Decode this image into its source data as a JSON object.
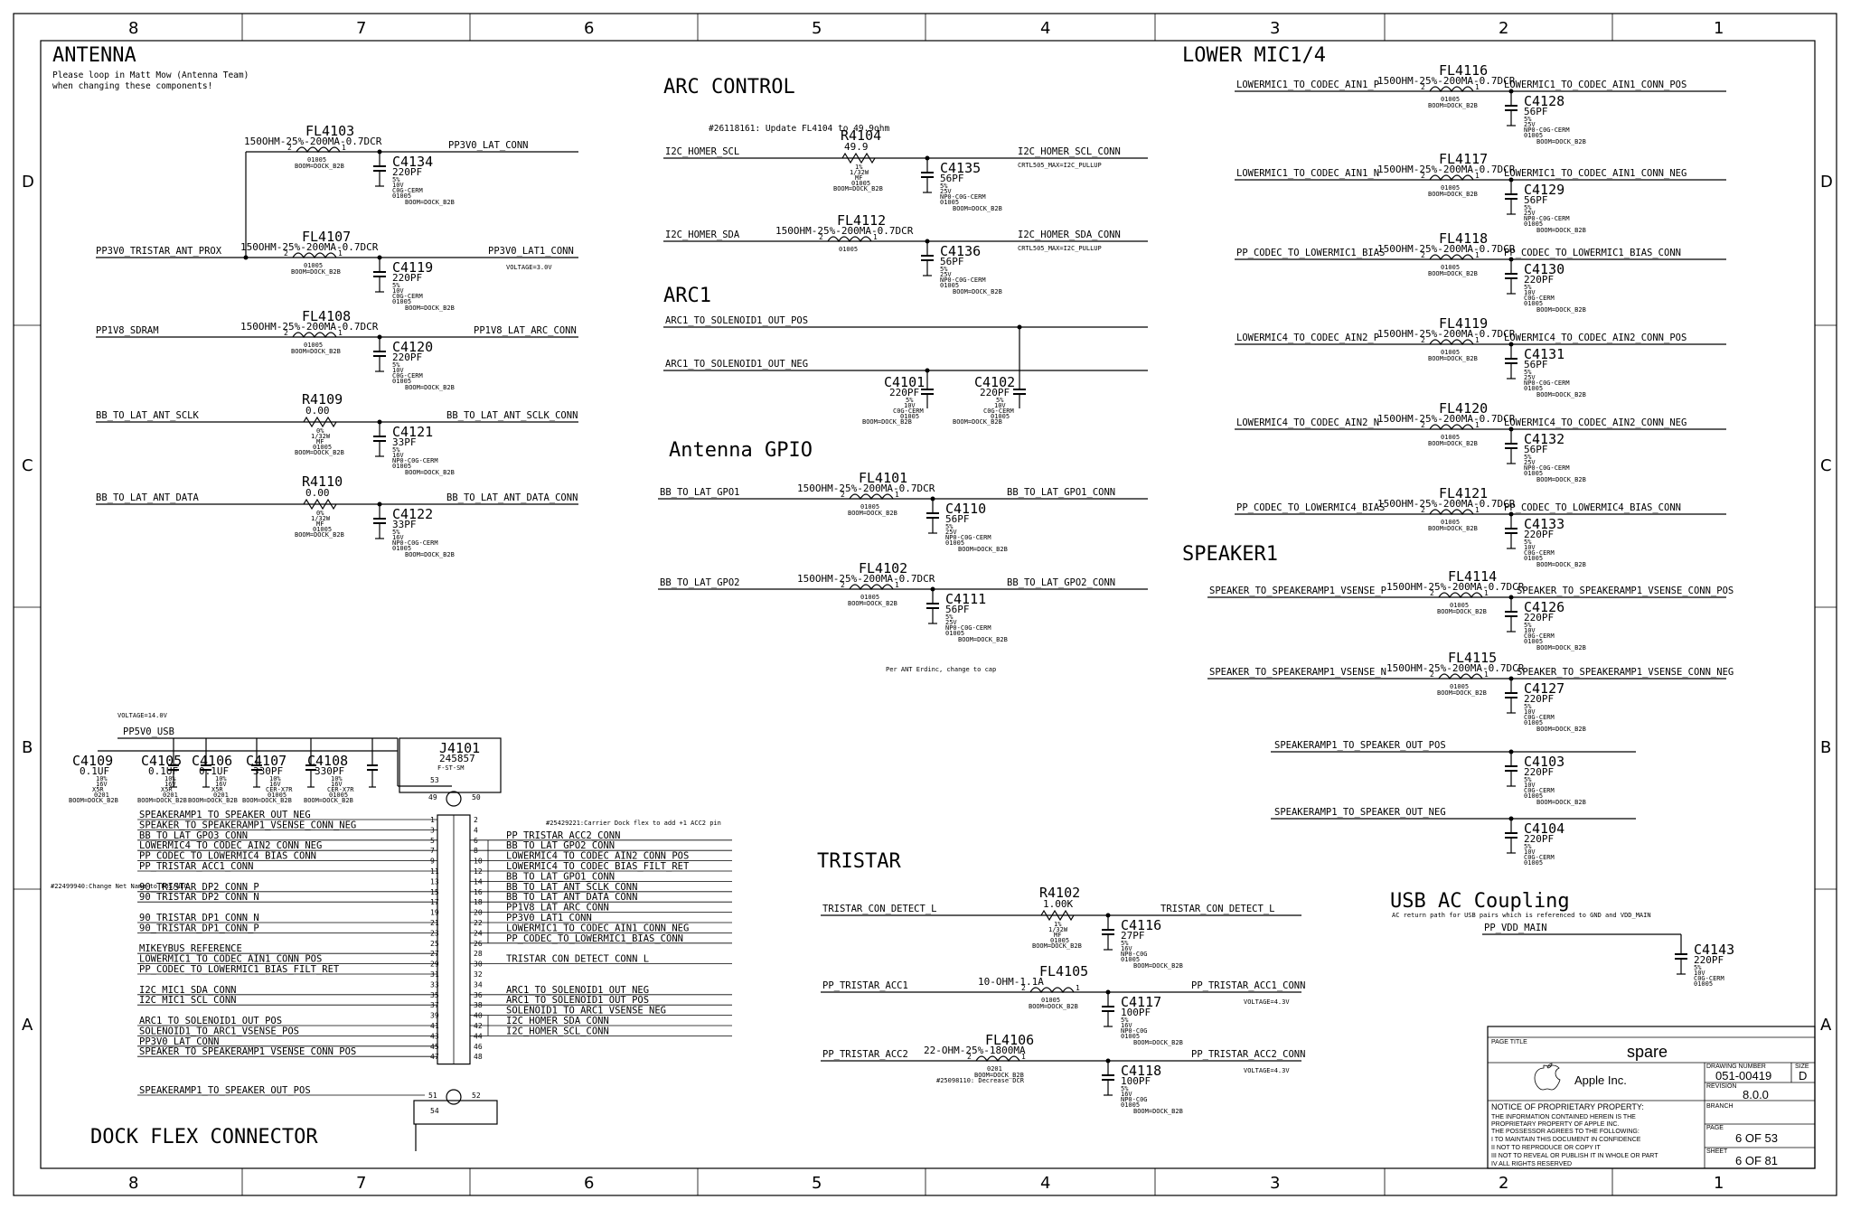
{
  "border": {
    "columns": [
      "8",
      "7",
      "6",
      "5",
      "4",
      "3",
      "2",
      "1"
    ],
    "rows": [
      "D",
      "C",
      "B",
      "A"
    ]
  },
  "antenna": {
    "title": "ANTENNA",
    "note1": "Please loop in Matt Mow (Antenna Team)",
    "note2": "when changing these components!",
    "fl4103": {
      "ref": "FL4103",
      "value": "150OHM-25%-200MA-0.7DCR",
      "pkg": "01005",
      "bom": "BOOM=DOCK_B2B"
    },
    "c4134": {
      "ref": "C4134",
      "value": "220PF",
      "v1": "5%",
      "v2": "10V",
      "v3": "C0G-CERM",
      "v4": "01005",
      "bom": "BOOM=DOCK_B2B"
    },
    "net_pp3v0_lat_conn": "PP3V0_LAT_CONN",
    "fl4107": {
      "ref": "FL4107",
      "value": "150OHM-25%-200MA-0.7DCR",
      "pkg": "01005",
      "bom": "BOOM=DOCK_B2B"
    },
    "net_pp3v0_tristar": "PP3V0_TRISTAR_ANT_PROX",
    "net_pp3v0_lat1": "PP3V0_LAT1_CONN",
    "voltage_3v": "VOLTAGE=3.0V",
    "c4119": {
      "ref": "C4119",
      "value": "220PF",
      "v1": "5%",
      "v2": "10V",
      "v3": "C0G-CERM",
      "v4": "01005",
      "bom": "BOOM=DOCK_B2B"
    },
    "fl4108": {
      "ref": "FL4108",
      "value": "150OHM-25%-200MA-0.7DCR",
      "pkg": "01005",
      "bom": "BOOM=DOCK_B2B"
    },
    "net_pp1v8_sdram": "PP1V8_SDRAM",
    "net_pp1v8_lat": "PP1V8_LAT_ARC_CONN",
    "c4120": {
      "ref": "C4120",
      "value": "220PF",
      "v1": "5%",
      "v2": "10V",
      "v3": "C0G-CERM",
      "v4": "01005",
      "bom": "BOOM=DOCK_B2B"
    },
    "r4109": {
      "ref": "R4109",
      "value": "0.00",
      "v1": "0%",
      "v2": "1/32W",
      "v3": "MF",
      "v4": "01005",
      "bom": "BOOM=DOCK_B2B"
    },
    "net_sclk": "BB_TO_LAT_ANT_SCLK",
    "net_sclk_conn": "BB_TO_LAT_ANT_SCLK_CONN",
    "c4121": {
      "ref": "C4121",
      "value": "33PF",
      "v1": "5%",
      "v2": "16V",
      "v3": "NP0-C0G-CERM",
      "v4": "01005",
      "bom": "BOOM=DOCK_B2B"
    },
    "r4110": {
      "ref": "R4110",
      "value": "0.00",
      "v1": "0%",
      "v2": "1/32W",
      "v3": "MF",
      "v4": "01005",
      "bom": "BOOM=DOCK_B2B"
    },
    "net_data": "BB_TO_LAT_ANT_DATA",
    "net_data_conn": "BB_TO_LAT_ANT_DATA_CONN",
    "c4122": {
      "ref": "C4122",
      "value": "33PF",
      "v1": "5%",
      "v2": "16V",
      "v3": "NP0-C0G-CERM",
      "v4": "01005",
      "bom": "BOOM=DOCK_B2B"
    }
  },
  "arc_control": {
    "title": "ARC CONTROL",
    "note": "#26118161: Update FL4104 to 49.9ohm",
    "r4104": {
      "ref": "R4104",
      "value": "49.9",
      "v1": "1%",
      "v2": "1/32W",
      "v3": "MF",
      "v4": "01005",
      "bom": "BOOM=DOCK_B2B"
    },
    "net_scl": "I2C_HOMER_SCL",
    "net_scl_conn": "I2C_HOMER_SCL_CONN",
    "scl_prop": "CRTL505_MAX=I2C_PULLUP",
    "c4135": {
      "ref": "C4135",
      "value": "56PF",
      "v1": "5%",
      "v2": "25V",
      "v3": "NP0-C0G-CERM",
      "v4": "01005",
      "bom": "BOOM=DOCK_B2B"
    },
    "fl4112": {
      "ref": "FL4112",
      "value": "150OHM-25%-200MA-0.7DCR",
      "pkg": "01005"
    },
    "net_sda": "I2C_HOMER_SDA",
    "net_sda_conn": "I2C_HOMER_SDA_CONN",
    "sda_prop": "CRTL505_MAX=I2C_PULLUP",
    "c4136": {
      "ref": "C4136",
      "value": "56PF",
      "v1": "5%",
      "v2": "25V",
      "v3": "NP0-C0G-CERM",
      "v4": "01005",
      "bom": "BOOM=DOCK_B2B"
    }
  },
  "arc1": {
    "title": "ARC1",
    "net_pos": "ARC1_TO_SOLENOID1_OUT_POS",
    "net_neg": "ARC1_TO_SOLENOID1_OUT_NEG",
    "c4101": {
      "ref": "C4101",
      "value": "220PF",
      "v1": "5%",
      "v2": "10V",
      "v3": "C0G-CERM",
      "v4": "01005",
      "bom": "BOOM=DOCK_B2B"
    },
    "c4102": {
      "ref": "C4102",
      "value": "220PF",
      "v1": "5%",
      "v2": "10V",
      "v3": "C0G-CERM",
      "v4": "01005",
      "bom": "BOOM=DOCK_B2B"
    }
  },
  "antenna_gpio": {
    "title": "Antenna GPIO",
    "fl4101": {
      "ref": "FL4101",
      "value": "150OHM-25%-200MA-0.7DCR",
      "pkg": "01005",
      "bom": "BOOM=DOCK_B2B"
    },
    "net_gpo1": "BB_TO_LAT_GPO1",
    "net_gpo1_conn": "BB_TO_LAT_GPO1_CONN",
    "c4110": {
      "ref": "C4110",
      "value": "56PF",
      "v1": "5%",
      "v2": "25V",
      "v3": "NP0-C0G-CERM",
      "v4": "01005",
      "bom": "BOOM=DOCK_B2B"
    },
    "fl4102": {
      "ref": "FL4102",
      "value": "150OHM-25%-200MA-0.7DCR",
      "pkg": "01005",
      "bom": "BOOM=DOCK_B2B"
    },
    "net_gpo2": "BB_TO_LAT_GPO2",
    "net_gpo2_conn": "BB_TO_LAT_GPO2_CONN",
    "c4111": {
      "ref": "C4111",
      "value": "56PF",
      "v1": "5%",
      "v2": "25V",
      "v3": "NP0-C0G-CERM",
      "v4": "01005",
      "bom": "BOOM=DOCK_B2B"
    },
    "note": "Per ANT Erdinc, change to cap"
  },
  "lower_mic": {
    "title": "LOWER MIC1/4",
    "fl4116": {
      "ref": "FL4116",
      "value": "150OHM-25%-200MA-0.7DCR",
      "pkg": "01005",
      "bom": "BOOM=DOCK_B2B"
    },
    "n1a": "LOWERMIC1_TO_CODEC_AIN1_P",
    "n1b": "LOWERMIC1_TO_CODEC_AIN1_CONN_POS",
    "c4128": {
      "ref": "C4128",
      "value": "56PF",
      "v1": "5%",
      "v2": "25V",
      "v3": "NP0-C0G-CERM",
      "v4": "01005",
      "bom": "BOOM=DOCK_B2B"
    },
    "fl4117": {
      "ref": "FL4117",
      "value": "150OHM-25%-200MA-0.7DCR",
      "pkg": "01005",
      "bom": "BOOM=DOCK_B2B"
    },
    "n2a": "LOWERMIC1_TO_CODEC_AIN1_N",
    "n2b": "LOWERMIC1_TO_CODEC_AIN1_CONN_NEG",
    "c4129": {
      "ref": "C4129",
      "value": "56PF",
      "v1": "5%",
      "v2": "25V",
      "v3": "NP0-C0G-CERM",
      "v4": "01005",
      "bom": "BOOM=DOCK_B2B"
    },
    "fl4118": {
      "ref": "FL4118",
      "value": "150OHM-25%-200MA-0.7DCR",
      "pkg": "01005",
      "bom": "BOOM=DOCK_B2B"
    },
    "n3a": "PP_CODEC_TO_LOWERMIC1_BIAS",
    "n3b": "PP_CODEC_TO_LOWERMIC1_BIAS_CONN",
    "c4130": {
      "ref": "C4130",
      "value": "220PF",
      "v1": "5%",
      "v2": "10V",
      "v3": "C0G-CERM",
      "v4": "01005",
      "bom": "BOOM=DOCK_B2B"
    },
    "fl4119": {
      "ref": "FL4119",
      "value": "150OHM-25%-200MA-0.7DCR",
      "pkg": "01005",
      "bom": "BOOM=DOCK_B2B"
    },
    "n4a": "LOWERMIC4_TO_CODEC_AIN2_P",
    "n4b": "LOWERMIC4_TO_CODEC_AIN2_CONN_POS",
    "c4131": {
      "ref": "C4131",
      "value": "56PF",
      "v1": "5%",
      "v2": "25V",
      "v3": "NP0-C0G-CERM",
      "v4": "01005",
      "bom": "BOOM=DOCK_B2B"
    },
    "fl4120": {
      "ref": "FL4120",
      "value": "150OHM-25%-200MA-0.7DCR",
      "pkg": "01005",
      "bom": "BOOM=DOCK_B2B"
    },
    "n5a": "LOWERMIC4_TO_CODEC_AIN2_N",
    "n5b": "LOWERMIC4_TO_CODEC_AIN2_CONN_NEG",
    "c4132": {
      "ref": "C4132",
      "value": "56PF",
      "v1": "5%",
      "v2": "25V",
      "v3": "NP0-C0G-CERM",
      "v4": "01005",
      "bom": "BOOM=DOCK_B2B"
    },
    "fl4121": {
      "ref": "FL4121",
      "value": "150OHM-25%-200MA-0.7DCR",
      "pkg": "01005",
      "bom": "BOOM=DOCK_B2B"
    },
    "n6a": "PP_CODEC_TO_LOWERMIC4_BIAS",
    "n6b": "PP_CODEC_TO_LOWERMIC4_BIAS_CONN",
    "c4133": {
      "ref": "C4133",
      "value": "220PF",
      "v1": "5%",
      "v2": "10V",
      "v3": "C0G-CERM",
      "v4": "01005",
      "bom": "BOOM=DOCK_B2B"
    }
  },
  "speaker": {
    "title": "SPEAKER1",
    "fl4114": {
      "ref": "FL4114",
      "value": "150OHM-25%-200MA-0.7DCR",
      "pkg": "01005",
      "bom": "BOOM=DOCK_B2B"
    },
    "n1a": "SPEAKER_TO_SPEAKERAMP1_VSENSE_P",
    "n1b": "SPEAKER_TO_SPEAKERAMP1_VSENSE_CONN_POS",
    "c4126": {
      "ref": "C4126",
      "value": "220PF",
      "v1": "5%",
      "v2": "10V",
      "v3": "C0G-CERM",
      "v4": "01005",
      "bom": "BOOM=DOCK_B2B"
    },
    "fl4115": {
      "ref": "FL4115",
      "value": "150OHM-25%-200MA-0.7DCR",
      "pkg": "01005",
      "bom": "BOOM=DOCK_B2B"
    },
    "n2a": "SPEAKER_TO_SPEAKERAMP1_VSENSE_N",
    "n2b": "SPEAKER_TO_SPEAKERAMP1_VSENSE_CONN_NEG",
    "c4127": {
      "ref": "C4127",
      "value": "220PF",
      "v1": "5%",
      "v2": "10V",
      "v3": "C0G-CERM",
      "v4": "01005",
      "bom": "BOOM=DOCK_B2B"
    },
    "n3": "SPEAKERAMP1_TO_SPEAKER_OUT_POS",
    "c4103": {
      "ref": "C4103",
      "value": "220PF",
      "v1": "5%",
      "v2": "10V",
      "v3": "C0G-CERM",
      "v4": "01005",
      "bom": "BOOM=DOCK_B2B"
    },
    "n4": "SPEAKERAMP1_TO_SPEAKER_OUT_NEG",
    "c4104": {
      "ref": "C4104",
      "value": "220PF",
      "v1": "5%",
      "v2": "10V",
      "v3": "C0G-CERM",
      "v4": "01005"
    }
  },
  "usb_ac": {
    "title": "USB AC Coupling",
    "note": "AC return path for USB pairs which is referenced to GND and VDD_MAIN",
    "net": "PP_VDD_MAIN",
    "c4143": {
      "ref": "C4143",
      "value": "220PF",
      "v1": "5%",
      "v2": "10V",
      "v3": "C0G-CERM",
      "v4": "01005"
    }
  },
  "tristar": {
    "title": "TRISTAR",
    "r4102": {
      "ref": "R4102",
      "value": "1.00K",
      "v1": "1%",
      "v2": "1/32W",
      "v3": "MF",
      "v4": "01005",
      "bom": "BOOM=DOCK_B2B"
    },
    "net_det": "TRISTAR_CON_DETECT_L",
    "c4116": {
      "ref": "C4116",
      "value": "27PF",
      "v1": "5%",
      "v2": "16V",
      "v3": "NP0-C0G",
      "v4": "01005",
      "bom": "BOOM=DOCK_B2B"
    },
    "fl4105": {
      "ref": "FL4105",
      "value": "10-OHM-1.1A",
      "pkg": "01005",
      "bom": "BOOM=DOCK_B2B"
    },
    "net_acc1": "PP_TRISTAR_ACC1",
    "net_acc1_conn": "PP_TRISTAR_ACC1_CONN",
    "volt1": "VOLTAGE=4.3V",
    "c4117": {
      "ref": "C4117",
      "value": "100PF",
      "v1": "5%",
      "v2": "16V",
      "v3": "NP0-C0G",
      "v4": "01005",
      "bom": "BOOM=DOCK_B2B"
    },
    "fl4106": {
      "ref": "FL4106",
      "value": "22-OHM-25%-1800MA",
      "pkg": "0201",
      "bom": "BOOM=DOCK_B2B",
      "note": "#25098110: Decrease DCR"
    },
    "net_acc2": "PP_TRISTAR_ACC2",
    "net_acc2_conn": "PP_TRISTAR_ACC2_CONN",
    "volt2": "VOLTAGE=4.3V",
    "c4118": {
      "ref": "C4118",
      "value": "100PF",
      "v1": "5%",
      "v2": "16V",
      "v3": "NP0-C0G",
      "v4": "01005",
      "bom": "BOOM=DOCK_B2B"
    }
  },
  "dock": {
    "title": "DOCK FLEX CONNECTOR",
    "voltage": "VOLTAGE=14.0V",
    "net_usb": "PP5V0_USB",
    "caps": [
      {
        "ref": "C4109",
        "value": "0.1UF",
        "v1": "10%",
        "v2": "16V",
        "v3": "X5R",
        "v4": "0201",
        "bom": "BOOM=DOCK_B2B"
      },
      {
        "ref": "C4105",
        "value": "0.1UF",
        "v1": "10%",
        "v2": "16V",
        "v3": "X5R",
        "v4": "0201",
        "bom": "BOOM=DOCK_B2B"
      },
      {
        "ref": "C4106",
        "value": "0.1UF",
        "v1": "10%",
        "v2": "16V",
        "v3": "X5R",
        "v4": "0201",
        "bom": "BOOM=DOCK_B2B"
      },
      {
        "ref": "C4107",
        "value": "330PF",
        "v1": "10%",
        "v2": "16V",
        "v3": "CER-X7R",
        "v4": "01005",
        "bom": "BOOM=DOCK_B2B"
      },
      {
        "ref": "C4108",
        "value": "330PF",
        "v1": "10%",
        "v2": "16V",
        "v3": "CER-X7R",
        "v4": "01005",
        "bom": "BOOM=DOCK_B2B"
      }
    ],
    "j4101": {
      "ref": "J4101",
      "part": "245857",
      "pkg": "F-ST-SM"
    },
    "note_carrier": "#25429221:Carrier Dock flex to add +1 ACC2 pin",
    "note_change": "#22499940:Change Net Name to POS/NEG",
    "left_nets": [
      "SPEAKERAMP1_TO_SPEAKER_OUT_NEG",
      "SPEAKER_TO_SPEAKERAMP1_VSENSE_CONN_NEG",
      "BB_TO_LAT_GPO3_CONN",
      "LOWERMIC4_TO_CODEC_AIN2_CONN_NEG",
      "PP_CODEC_TO_LOWERMIC4_BIAS_CONN",
      "PP_TRISTAR_ACC1_CONN",
      "90_TRISTAR_DP2_CONN_P",
      "90_TRISTAR_DP2_CONN_N",
      "90_TRISTAR_DP1_CONN_N",
      "90_TRISTAR_DP1_CONN_P",
      "MIKEYBUS_REFERENCE",
      "LOWERMIC1_TO_CODEC_AIN1_CONN_POS",
      "PP_CODEC_TO_LOWERMIC1_BIAS_FILT_RET",
      "I2C_MIC1_SDA_CONN",
      "I2C_MIC1_SCL_CONN",
      "ARC1_TO_SOLENOID1_OUT_POS",
      "SOLENOID1_TO_ARC1_VSENSE_POS",
      "PP3V0_LAT_CONN",
      "SPEAKER_TO_SPEAKERAMP1_VSENSE_CONN_POS",
      "SPEAKERAMP1_TO_SPEAKER_OUT_POS"
    ],
    "right_nets": [
      "PP_TRISTAR_ACC2_CONN",
      "BB_TO_LAT_GPO2_CONN",
      "LOWERMIC4_TO_CODEC_AIN2_CONN_POS",
      "LOWERMIC4_TO_CODEC_BIAS_FILT_RET",
      "BB_TO_LAT_GPO1_CONN",
      "BB_TO_LAT_ANT_SCLK_CONN",
      "BB_TO_LAT_ANT_DATA_CONN",
      "PP1V8_LAT_ARC_CONN",
      "PP3V0_LAT1_CONN",
      "LOWERMIC1_TO_CODEC_AIN1_CONN_NEG",
      "PP_CODEC_TO_LOWERMIC1_BIAS_CONN",
      "TRISTAR_CON_DETECT_CONN_L",
      "ARC1_TO_SOLENOID1_OUT_NEG",
      "ARC1_TO_SOLENOID1_OUT_POS",
      "SOLENOID1_TO_ARC1_VSENSE_NEG",
      "I2C_HOMER_SDA_CONN",
      "I2C_HOMER_SCL_CONN"
    ],
    "pins_left": [
      "1",
      "3",
      "5",
      "7",
      "9",
      "11",
      "13",
      "15",
      "17",
      "19",
      "21",
      "23",
      "25",
      "27",
      "29",
      "31",
      "33",
      "35",
      "37",
      "39",
      "41",
      "43",
      "45",
      "47"
    ],
    "pins_right": [
      "2",
      "4",
      "6",
      "8",
      "10",
      "12",
      "14",
      "16",
      "18",
      "20",
      "22",
      "24",
      "26",
      "28",
      "30",
      "32",
      "34",
      "36",
      "38",
      "40",
      "42",
      "44",
      "46",
      "48"
    ],
    "pin49": "49",
    "pin50": "50",
    "pin51": "51",
    "pin52": "52",
    "pin53": "53",
    "pin54": "54"
  },
  "titleblock": {
    "page_title_label": "PAGE TITLE",
    "page_title": "spare",
    "company": "Apple Inc.",
    "drawing_label": "DRAWING NUMBER",
    "drawing_number": "051-00419",
    "size_label": "SIZE",
    "size": "D",
    "revision_label": "REVISION",
    "revision": "8.0.0",
    "branch_label": "BRANCH",
    "page_label": "PAGE",
    "page": "6 OF 53",
    "sheet_label": "SHEET",
    "sheet": "6 OF 81",
    "notice": "NOTICE OF PROPRIETARY PROPERTY:",
    "n1": "THE INFORMATION CONTAINED HEREIN IS THE",
    "n2": "PROPRIETARY PROPERTY OF APPLE INC.",
    "n3": "THE POSSESSOR AGREES TO THE FOLLOWING:",
    "n4": "I TO MAINTAIN THIS DOCUMENT IN CONFIDENCE",
    "n5": "II NOT TO REPRODUCE OR COPY IT",
    "n6": "III NOT TO REVEAL OR PUBLISH IT IN WHOLE OR PART",
    "n7": "IV ALL RIGHTS RESERVED"
  }
}
